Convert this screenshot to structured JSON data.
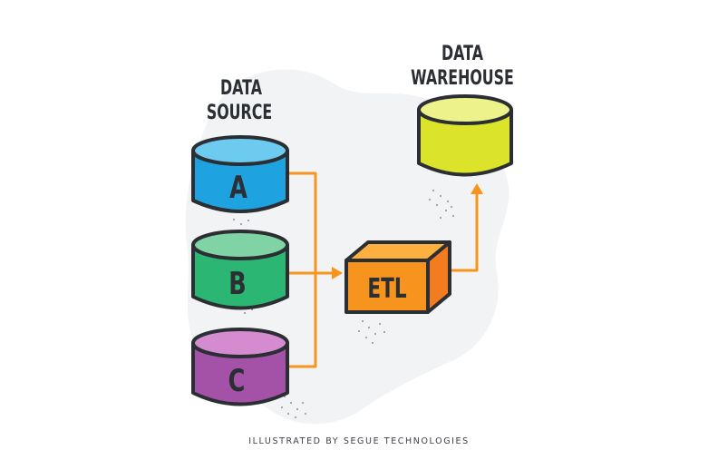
{
  "labels": {
    "source_line1": "DATA",
    "source_line2": "SOURCE",
    "warehouse_line1": "DATA",
    "warehouse_line2": "WAREHOUSE",
    "etl": "ETL",
    "source_a": "A",
    "source_b": "B",
    "source_c": "C",
    "credit": "ILLUSTRATED BY SEGUE TECHNOLOGIES"
  },
  "colors": {
    "outline": "#2b2e33",
    "arrow": "#f7941d",
    "source_a_body": "#1fa3e0",
    "source_a_top": "#6dcbf0",
    "source_b_body": "#2bb673",
    "source_b_top": "#7fd3a4",
    "source_c_body": "#a352a8",
    "source_c_top": "#d48bd0",
    "warehouse_body": "#dbe32a",
    "warehouse_top": "#eef28a",
    "etl_front": "#f7941d",
    "etl_top": "#fbb040",
    "etl_side": "#f47c20",
    "background_blob": "#f2f3f5"
  }
}
